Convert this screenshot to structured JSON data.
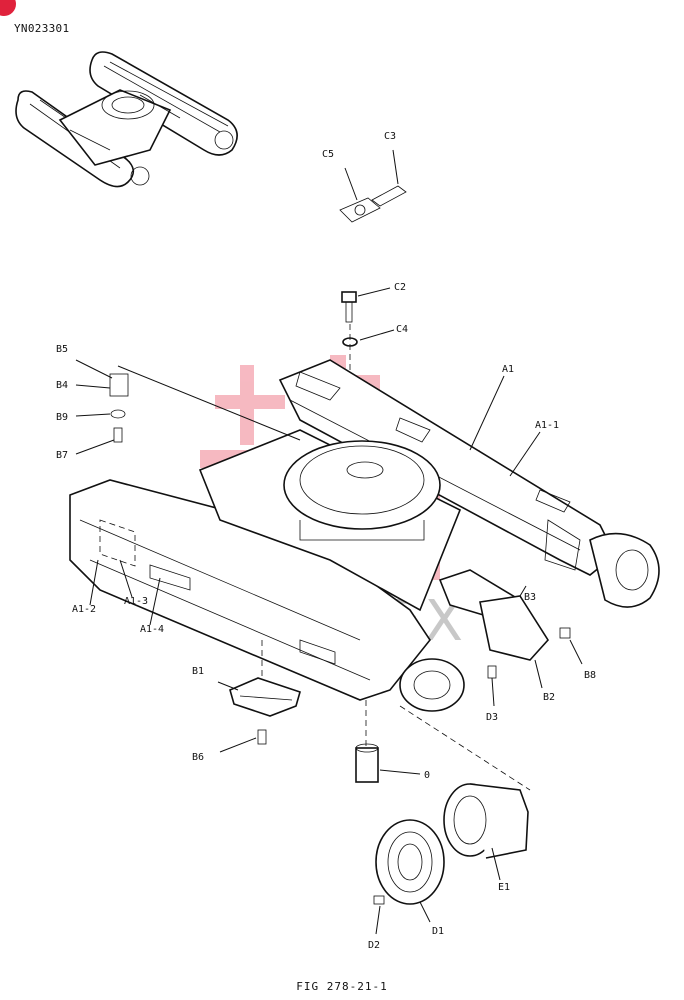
{
  "header": {
    "code": "YN023301"
  },
  "footer": {
    "figure": "FIG 278-21-1"
  },
  "watermark": {
    "text": "ИНТЕХ",
    "color": "#e0223c"
  },
  "labels": {
    "C5": "C5",
    "C3": "C3",
    "C2": "C2",
    "C4": "C4",
    "B5": "B5",
    "B4": "B4",
    "B9": "B9",
    "B7": "B7",
    "A1": "A1",
    "A1_1": "A1-1",
    "A1_2": "A1-2",
    "A1_3": "A1-3",
    "A1_4": "A1-4",
    "B3": "B3",
    "B2": "B2",
    "B8": "B8",
    "B1": "B1",
    "B6": "B6",
    "D3": "D3",
    "O": "0",
    "E1": "E1",
    "D1": "D1",
    "D2": "D2"
  }
}
